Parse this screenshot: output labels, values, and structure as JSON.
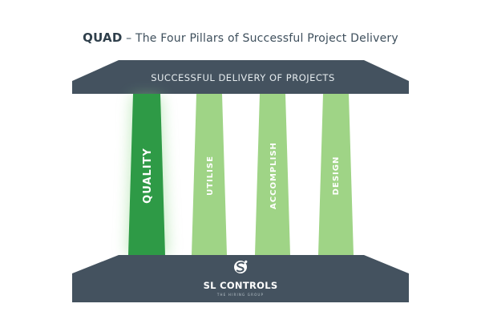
{
  "title": {
    "lead": "QUAD",
    "rest": " – The Four Pillars of Successful Project Delivery"
  },
  "roof": {
    "label": "SUCCESSFUL DELIVERY OF PROJECTS",
    "color": "#44525f"
  },
  "pillars": [
    {
      "label": "QUALITY",
      "color": "#2e9a46",
      "highlight": true
    },
    {
      "label": "UTILISE",
      "color": "#9fd486",
      "highlight": false
    },
    {
      "label": "ACCOMPLISH",
      "color": "#9fd486",
      "highlight": false
    },
    {
      "label": "DESIGN",
      "color": "#9fd486",
      "highlight": false
    }
  ],
  "base": {
    "brand": "SL CONTROLS",
    "tagline": "THE HIRING GROUP",
    "logo_icon": "sl-controls-logo-icon",
    "color": "#44525f"
  }
}
